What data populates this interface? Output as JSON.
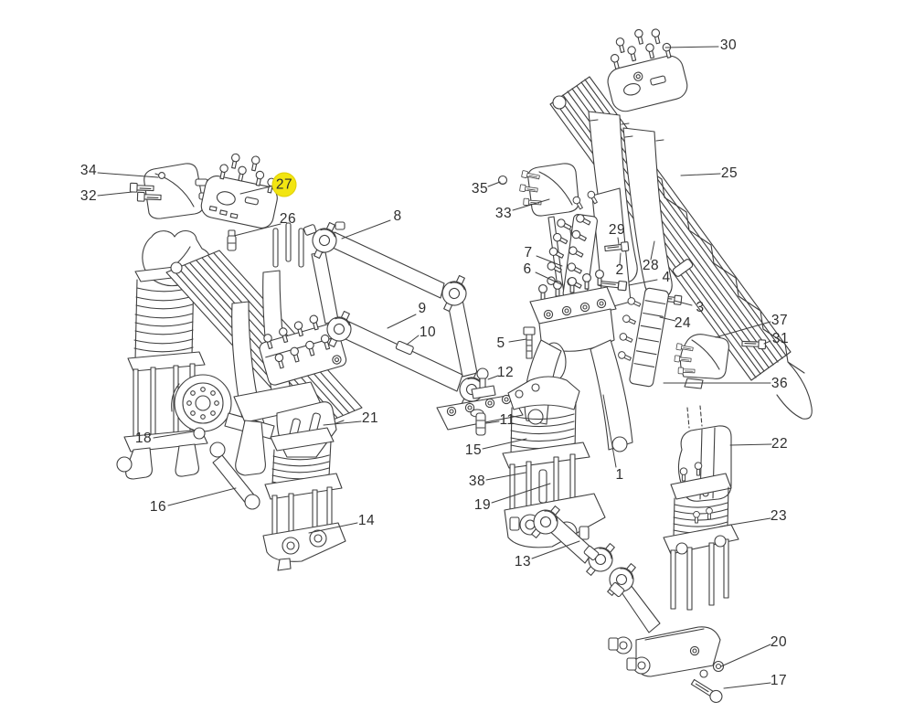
{
  "diagram": {
    "kind": "exploded-parts-diagram",
    "background_color": "#ffffff",
    "line_color": "#3f3f3f",
    "label_color": "#2e2e2e",
    "highlight_color": "#f2e511",
    "highlighted_callout": "27"
  },
  "callouts": [
    {
      "label": "1",
      "highlighted": false
    },
    {
      "label": "2",
      "highlighted": false
    },
    {
      "label": "3",
      "highlighted": false
    },
    {
      "label": "4",
      "highlighted": false
    },
    {
      "label": "5",
      "highlighted": false
    },
    {
      "label": "6",
      "highlighted": false
    },
    {
      "label": "7",
      "highlighted": false
    },
    {
      "label": "8",
      "highlighted": false
    },
    {
      "label": "9",
      "highlighted": false
    },
    {
      "label": "10",
      "highlighted": false
    },
    {
      "label": "11",
      "highlighted": false
    },
    {
      "label": "12",
      "highlighted": false
    },
    {
      "label": "13",
      "highlighted": false
    },
    {
      "label": "14",
      "highlighted": false
    },
    {
      "label": "15",
      "highlighted": false
    },
    {
      "label": "16",
      "highlighted": false
    },
    {
      "label": "17",
      "highlighted": false
    },
    {
      "label": "18",
      "highlighted": false
    },
    {
      "label": "19",
      "highlighted": false
    },
    {
      "label": "20",
      "highlighted": false
    },
    {
      "label": "21",
      "highlighted": false
    },
    {
      "label": "22",
      "highlighted": false
    },
    {
      "label": "23",
      "highlighted": false
    },
    {
      "label": "24",
      "highlighted": false
    },
    {
      "label": "25",
      "highlighted": false
    },
    {
      "label": "26",
      "highlighted": false
    },
    {
      "label": "27",
      "highlighted": true
    },
    {
      "label": "28",
      "highlighted": false
    },
    {
      "label": "29",
      "highlighted": false
    },
    {
      "label": "30",
      "highlighted": false
    },
    {
      "label": "31",
      "highlighted": false
    },
    {
      "label": "32",
      "highlighted": false
    },
    {
      "label": "33",
      "highlighted": false
    },
    {
      "label": "34",
      "highlighted": false
    },
    {
      "label": "35",
      "highlighted": false
    },
    {
      "label": "36",
      "highlighted": false
    },
    {
      "label": "37",
      "highlighted": false
    },
    {
      "label": "38",
      "highlighted": false
    }
  ]
}
